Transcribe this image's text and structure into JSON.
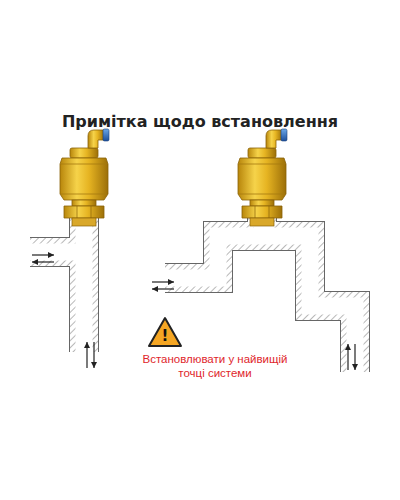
{
  "diagram": {
    "title": "Примітка щодо встановлення",
    "labels": [
      "!",
      "Встановлювати у найвищій точці системи"
    ]
  }
}
